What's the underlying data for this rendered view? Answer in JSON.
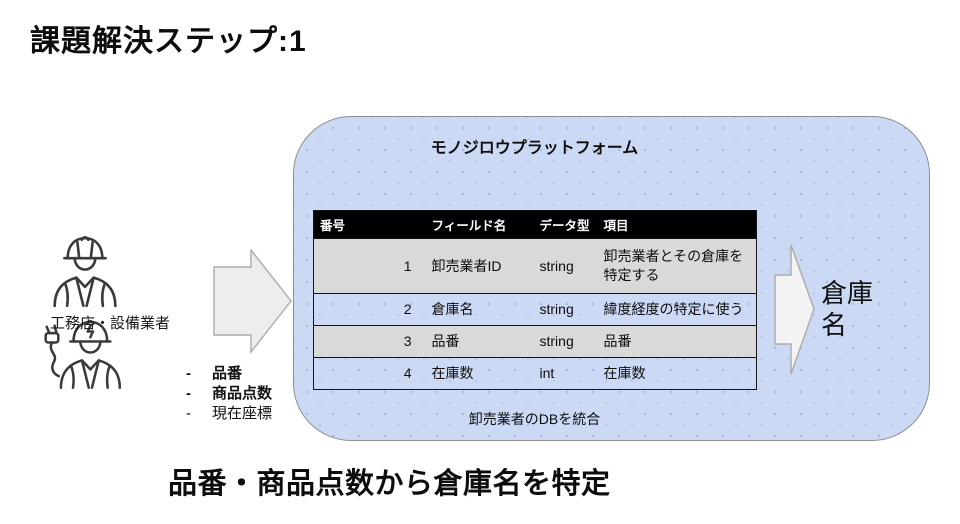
{
  "page": {
    "title": "課題解決ステップ:1",
    "caption": "品番・商品点数から倉庫名を特定"
  },
  "source": {
    "label": "工務店・設備業者",
    "icons": [
      "construction-worker-icon",
      "electrician-worker-icon"
    ]
  },
  "input_list": {
    "items": [
      {
        "dash": "-",
        "text": "品番",
        "bold": true
      },
      {
        "dash": "-",
        "text": "商品点数",
        "bold": true
      },
      {
        "dash": "-",
        "text": "現在座標",
        "bold": false
      }
    ]
  },
  "platform": {
    "title": "モノジロウプラットフォーム",
    "footer": "卸売業者のDBを統合",
    "table": {
      "headers": [
        "番号",
        "フィールド名",
        "データ型",
        "項目"
      ],
      "rows": [
        [
          "1",
          "卸売業者ID",
          "string",
          "卸売業者とその倉庫を特定する"
        ],
        [
          "2",
          "倉庫名",
          "string",
          "緯度経度の特定に使う"
        ],
        [
          "3",
          "品番",
          "string",
          "品番"
        ],
        [
          "4",
          "在庫数",
          "int",
          "在庫数"
        ]
      ]
    }
  },
  "output": {
    "label": "倉庫名"
  },
  "colors": {
    "platform_bg": "#cbd9f4",
    "row_gray": "#d9d9d9",
    "table_header_bg": "#000000",
    "arrow_fill": "#ededed"
  }
}
